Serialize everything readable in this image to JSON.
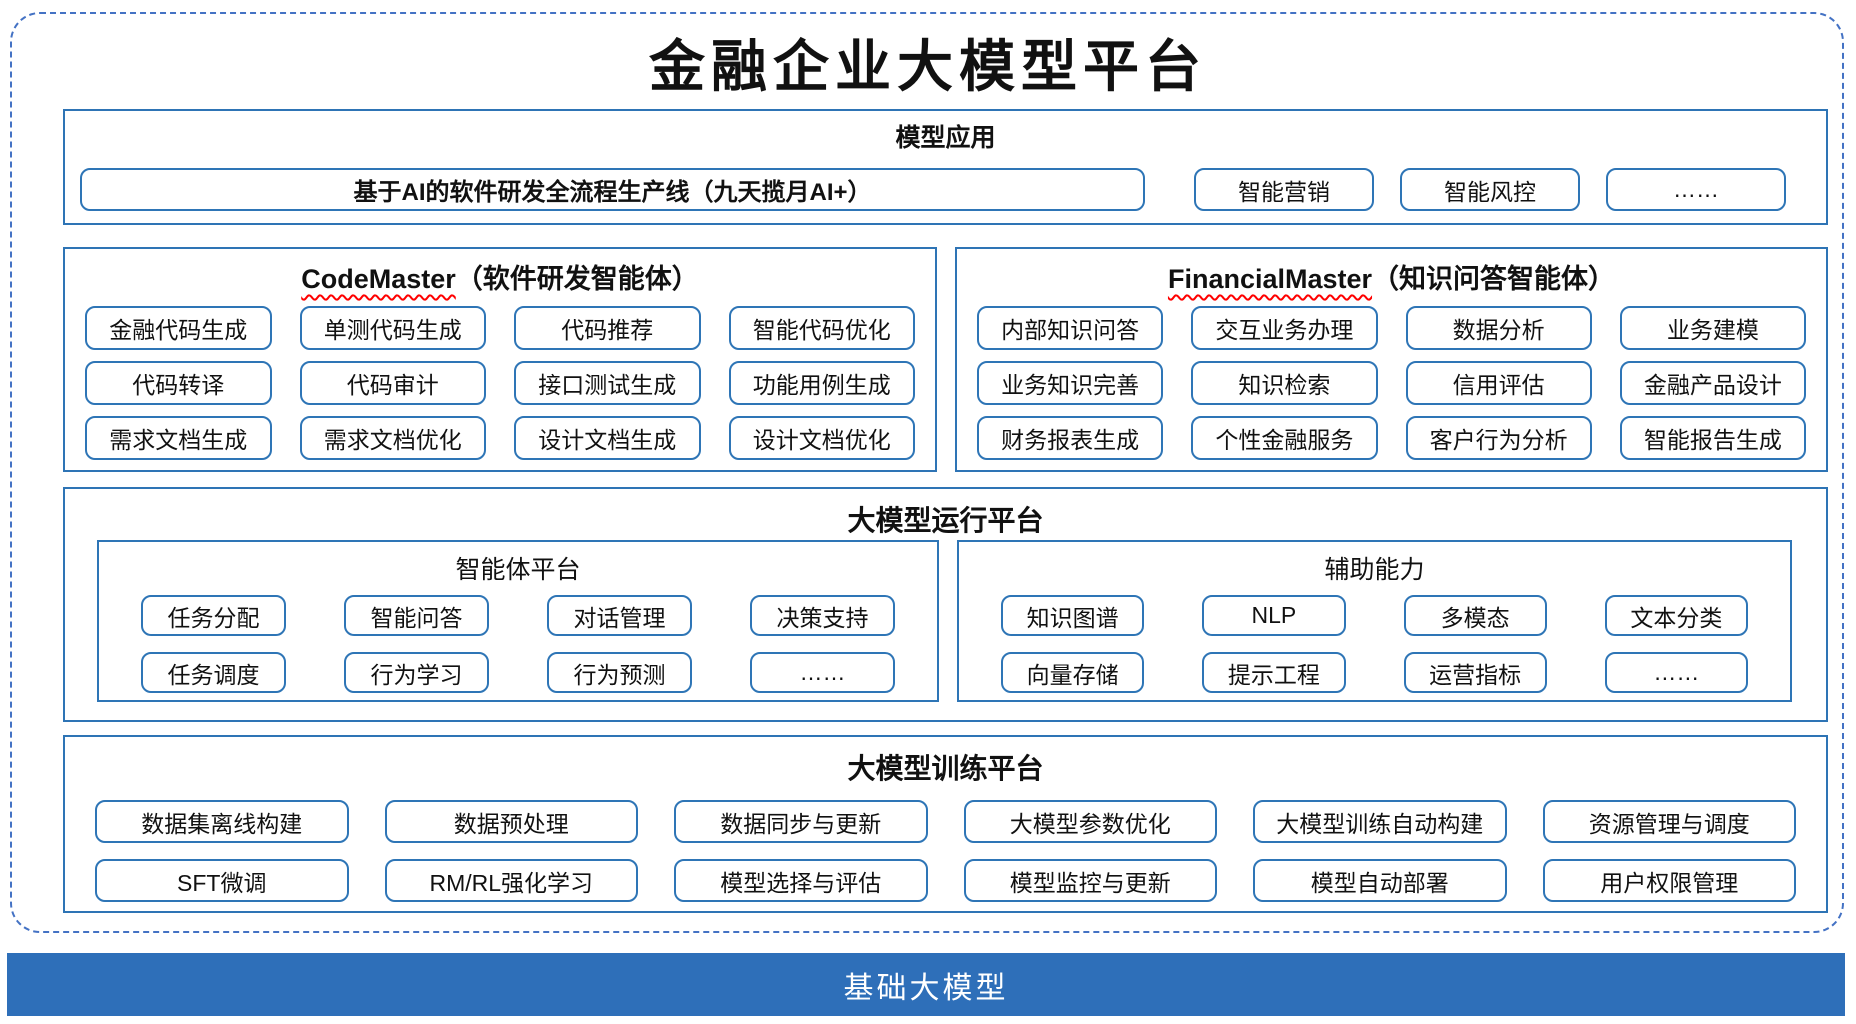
{
  "page": {
    "title": "金融企业大模型平台"
  },
  "model_app": {
    "header": "模型应用",
    "pipeline": "基于AI的软件研发全流程生产线（九天揽月AI+）",
    "items": [
      "智能营销",
      "智能风控",
      "……"
    ]
  },
  "agents": {
    "code_master": {
      "name": "CodeMaster",
      "subtitle": "（软件研发智能体）",
      "items": [
        "金融代码生成",
        "单测代码生成",
        "代码推荐",
        "智能代码优化",
        "代码转译",
        "代码审计",
        "接口测试生成",
        "功能用例生成",
        "需求文档生成",
        "需求文档优化",
        "设计文档生成",
        "设计文档优化"
      ]
    },
    "financial_master": {
      "name": "FinancialMaster",
      "subtitle": "（知识问答智能体）",
      "items": [
        "内部知识问答",
        "交互业务办理",
        "数据分析",
        "业务建模",
        "业务知识完善",
        "知识检索",
        "信用评估",
        "金融产品设计",
        "财务报表生成",
        "个性金融服务",
        "客户行为分析",
        "智能报告生成"
      ]
    }
  },
  "runtime": {
    "header": "大模型运行平台",
    "agent_platform": {
      "header": "智能体平台",
      "items": [
        "任务分配",
        "智能问答",
        "对话管理",
        "决策支持",
        "任务调度",
        "行为学习",
        "行为预测",
        "……"
      ]
    },
    "aux_capabilities": {
      "header": "辅助能力",
      "items": [
        "知识图谱",
        "NLP",
        "多模态",
        "文本分类",
        "向量存储",
        "提示工程",
        "运营指标",
        "……"
      ]
    }
  },
  "training": {
    "header": "大模型训练平台",
    "items": [
      "数据集离线构建",
      "数据预处理",
      "数据同步与更新",
      "大模型参数优化",
      "大模型训练自动构建",
      "资源管理与调度",
      "SFT微调",
      "RM/RL强化学习",
      "模型选择与评估",
      "模型监控与更新",
      "模型自动部署",
      "用户权限管理"
    ]
  },
  "foundation": {
    "label": "基础大模型"
  },
  "colors": {
    "section_border": "#2E74B5",
    "item_border": "#2E75B6",
    "dashed_border": "#4472C4",
    "foundation_bar": "#2E6FB9",
    "spellcheck_squiggle": "#FF0000",
    "text": "#111111",
    "bar_text": "#FFFFFF"
  }
}
